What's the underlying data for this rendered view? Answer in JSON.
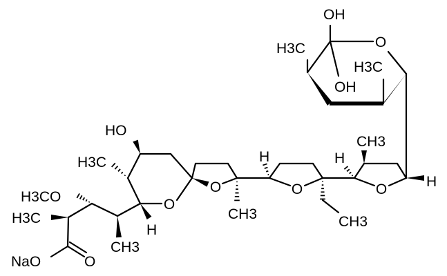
{
  "compound": {
    "atom_labels": [
      "NaO",
      "O",
      "H3C",
      "H3CO",
      "CH3",
      "H",
      "O",
      "HO",
      "H3C",
      "O",
      "CH3",
      "H",
      "O",
      "CH3",
      "H",
      "O",
      "CH3",
      "H",
      "O",
      "OH",
      "H3C",
      "OH",
      "H3C"
    ]
  },
  "colors": {
    "ink": "#000000",
    "background": "#ffffff"
  }
}
